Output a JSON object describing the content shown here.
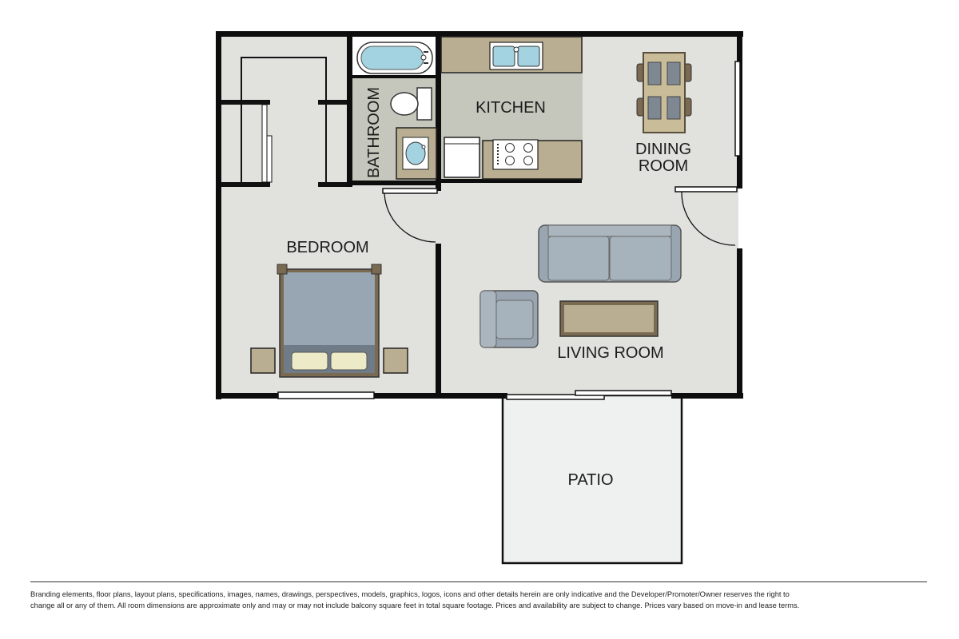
{
  "rooms": {
    "bedroom": "BEDROOM",
    "bathroom": "BATHROOM",
    "kitchen": "KITCHEN",
    "dining_line1": "DINING",
    "dining_line2": "ROOM",
    "living": "LIVING ROOM",
    "patio": "PATIO"
  },
  "colors": {
    "floor": "#e1e2de",
    "patio": "#eff0f0",
    "wall": "#0d0d0d",
    "counter": "#b9ae92",
    "kitchen_floor": "#c6c7bc",
    "furniture_blue": "#99a6b1",
    "bed_wood": "#7a6a52"
  },
  "disclaimer": {
    "line1": "Branding elements, floor plans, layout plans, specifications, images, names, drawings, perspectives, models, graphics, logos, icons and other details herein are only indicative and the Developer/Promoter/Owner reserves the right to",
    "line2": "change all or any of them. All room dimensions are approximate only and may or may not include balcony square feet in total square footage. Prices and availability are subject to change. Prices vary based on move-in and lease terms."
  }
}
